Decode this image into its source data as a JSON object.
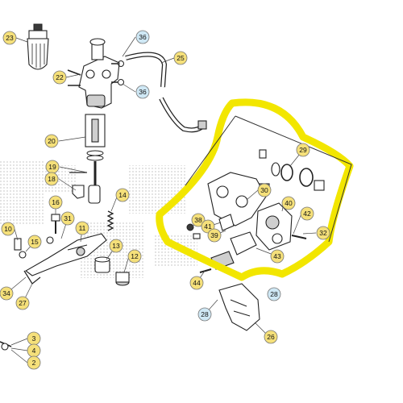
{
  "colors": {
    "callout_fill": "#f5e07a",
    "callout_fill_blue": "#cfe8f5",
    "highlight": "#f2e600",
    "dots": "#b9b9b9"
  },
  "callouts": [
    {
      "id": "c23",
      "label": "23",
      "style": "yellow"
    },
    {
      "id": "c36a",
      "label": "36",
      "style": "blue"
    },
    {
      "id": "c25",
      "label": "25",
      "style": "yellow"
    },
    {
      "id": "c22",
      "label": "22",
      "style": "yellow"
    },
    {
      "id": "c36b",
      "label": "36",
      "style": "blue"
    },
    {
      "id": "c20",
      "label": "20",
      "style": "yellow"
    },
    {
      "id": "c29",
      "label": "29",
      "style": "yellow"
    },
    {
      "id": "c19",
      "label": "19",
      "style": "yellow"
    },
    {
      "id": "c18",
      "label": "18",
      "style": "yellow"
    },
    {
      "id": "c30",
      "label": "30",
      "style": "yellow"
    },
    {
      "id": "c14",
      "label": "14",
      "style": "yellow"
    },
    {
      "id": "c16",
      "label": "16",
      "style": "yellow"
    },
    {
      "id": "c40",
      "label": "40",
      "style": "yellow"
    },
    {
      "id": "c42",
      "label": "42",
      "style": "yellow"
    },
    {
      "id": "c31",
      "label": "31",
      "style": "yellow"
    },
    {
      "id": "c11",
      "label": "11",
      "style": "yellow"
    },
    {
      "id": "c38",
      "label": "38",
      "style": "yellow"
    },
    {
      "id": "c41",
      "label": "41",
      "style": "yellow"
    },
    {
      "id": "c10",
      "label": "10",
      "style": "yellow"
    },
    {
      "id": "c39",
      "label": "39",
      "style": "yellow"
    },
    {
      "id": "c32",
      "label": "32",
      "style": "yellow"
    },
    {
      "id": "c15",
      "label": "15",
      "style": "yellow"
    },
    {
      "id": "c13",
      "label": "13",
      "style": "yellow"
    },
    {
      "id": "c12",
      "label": "12",
      "style": "yellow"
    },
    {
      "id": "c43",
      "label": "43",
      "style": "yellow"
    },
    {
      "id": "c44",
      "label": "44",
      "style": "yellow"
    },
    {
      "id": "c34",
      "label": "34",
      "style": "yellow"
    },
    {
      "id": "c27",
      "label": "27",
      "style": "yellow"
    },
    {
      "id": "c28a",
      "label": "28",
      "style": "blue"
    },
    {
      "id": "c28b",
      "label": "28",
      "style": "blue"
    },
    {
      "id": "c26",
      "label": "26",
      "style": "yellow"
    },
    {
      "id": "c3",
      "label": "3",
      "style": "yellow"
    },
    {
      "id": "c4",
      "label": "4",
      "style": "yellow"
    },
    {
      "id": "c2",
      "label": "2",
      "style": "yellow"
    }
  ]
}
